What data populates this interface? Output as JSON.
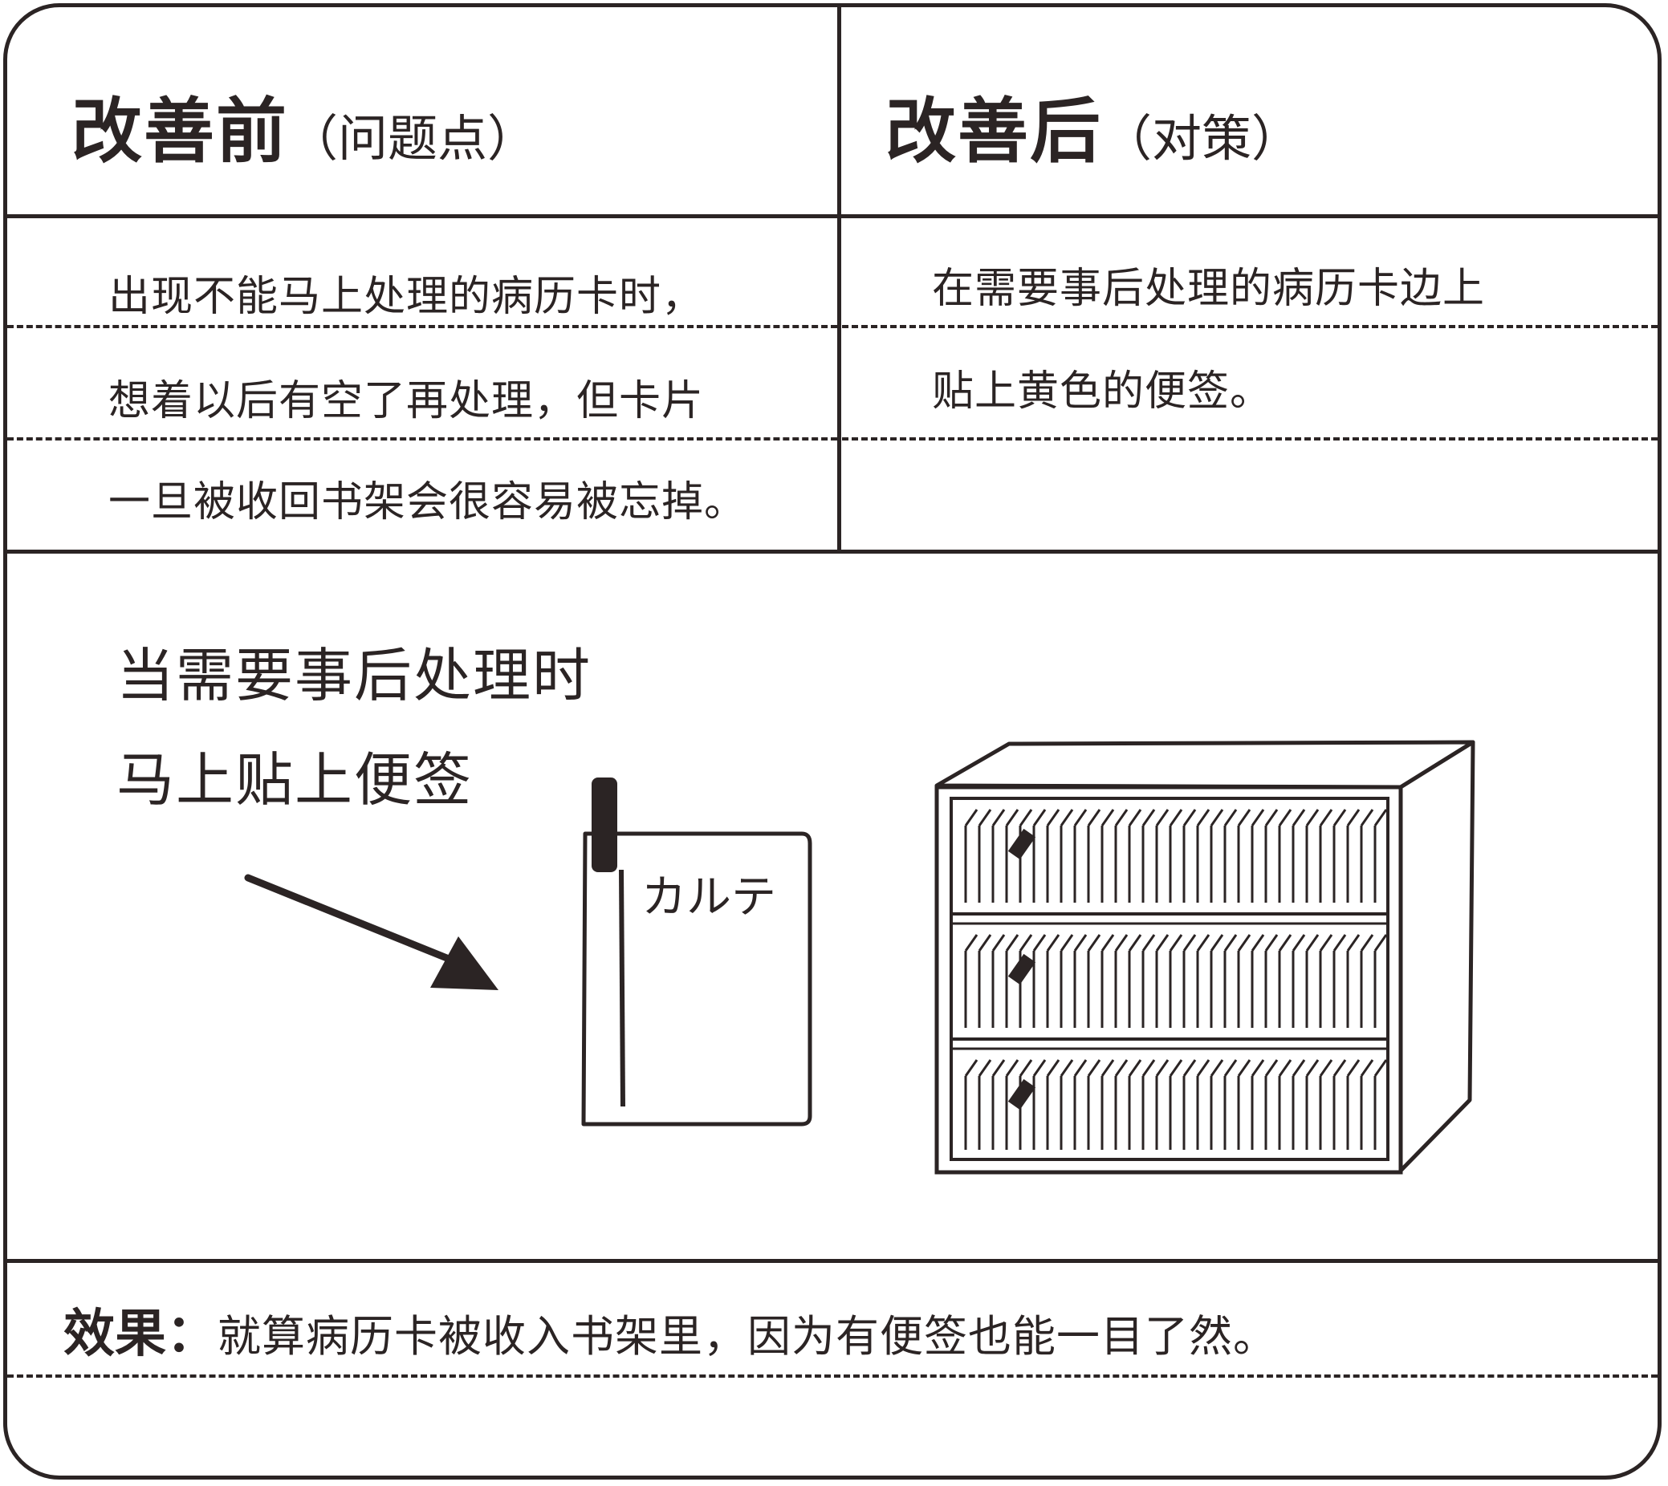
{
  "before": {
    "title": "改善前",
    "subtitle": "（问题点）",
    "lines": [
      "出现不能马上处理的病历卡时，",
      "想着以后有空了再处理，但卡片",
      "一旦被收回书架会很容易被忘掉。"
    ]
  },
  "after": {
    "title": "改善后",
    "subtitle": "（对策）",
    "lines": [
      "在需要事后处理的病历卡边上",
      "贴上黄色的便签。"
    ]
  },
  "illustration": {
    "caption_lines": [
      "当需要事后处理时",
      "马上贴上便签"
    ],
    "card_label": "カルテ",
    "icons": [
      "arrow-icon",
      "medical-chart-card-icon",
      "sticky-note-icon",
      "bookshelf-icon"
    ]
  },
  "effect": {
    "label": "效果：",
    "text": "就算病历卡被收入书架里，因为有便签也能一目了然。"
  }
}
